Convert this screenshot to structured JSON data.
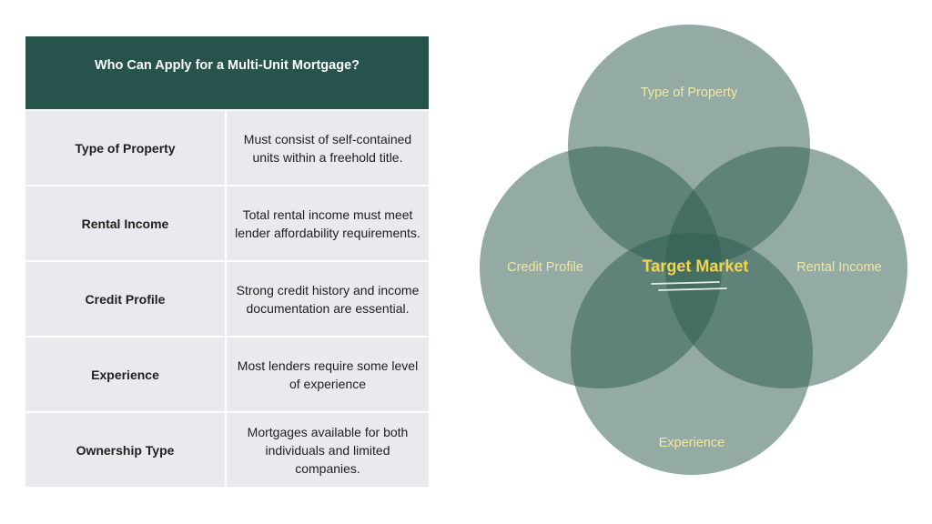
{
  "table": {
    "title": "Who Can Apply for a Multi-Unit Mortgage?",
    "rows": [
      {
        "label": "Type of Property",
        "desc": "Must consist of self-contained units within a freehold title."
      },
      {
        "label": "Rental Income",
        "desc": "Total rental income must meet lender affordability requirements."
      },
      {
        "label": "Credit Profile",
        "desc": "Strong credit history and income documentation are essential."
      },
      {
        "label": "Experience",
        "desc": "Most lenders require some level of experience"
      },
      {
        "label": "Ownership Type",
        "desc": "Mortgages available for both individuals and limited companies."
      }
    ]
  },
  "venn": {
    "center": "Target Market",
    "top": "Type of Property",
    "left": "Credit Profile",
    "right": "Rental Income",
    "bottom": "Experience",
    "circle_color": "#2f5e50",
    "label_color": "#f3e6a0",
    "center_color": "#f5d547"
  }
}
